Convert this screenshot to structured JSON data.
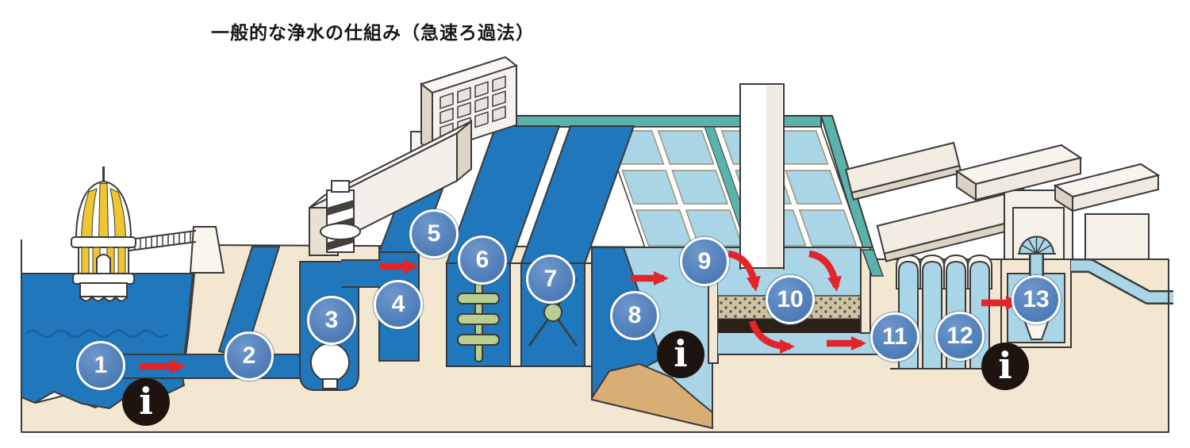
{
  "title": "一般的な浄水の仕組み（急速ろ過法）",
  "steps": [
    {
      "label": "1"
    },
    {
      "label": "2"
    },
    {
      "label": "3"
    },
    {
      "label": "4"
    },
    {
      "label": "5"
    },
    {
      "label": "6"
    },
    {
      "label": "7"
    },
    {
      "label": "8"
    },
    {
      "label": "9"
    },
    {
      "label": "10"
    },
    {
      "label": "11"
    },
    {
      "label": "12"
    },
    {
      "label": "13"
    }
  ],
  "info": {
    "glyph": "i"
  },
  "colors": {
    "raw_water": "#2077bb",
    "treated_water": "#a9d5e7",
    "basin_teal": "#5ab3ab",
    "step_marker_blue": "#4c7ab6",
    "arrow_red": "#e3242b",
    "ground_beige": "#f3e7d2",
    "sediment_tan": "#d9ae74",
    "paddle_green": "#b9cf92",
    "dome_yellow": "#f0c630",
    "info_icon_bg": "#1d1410"
  }
}
